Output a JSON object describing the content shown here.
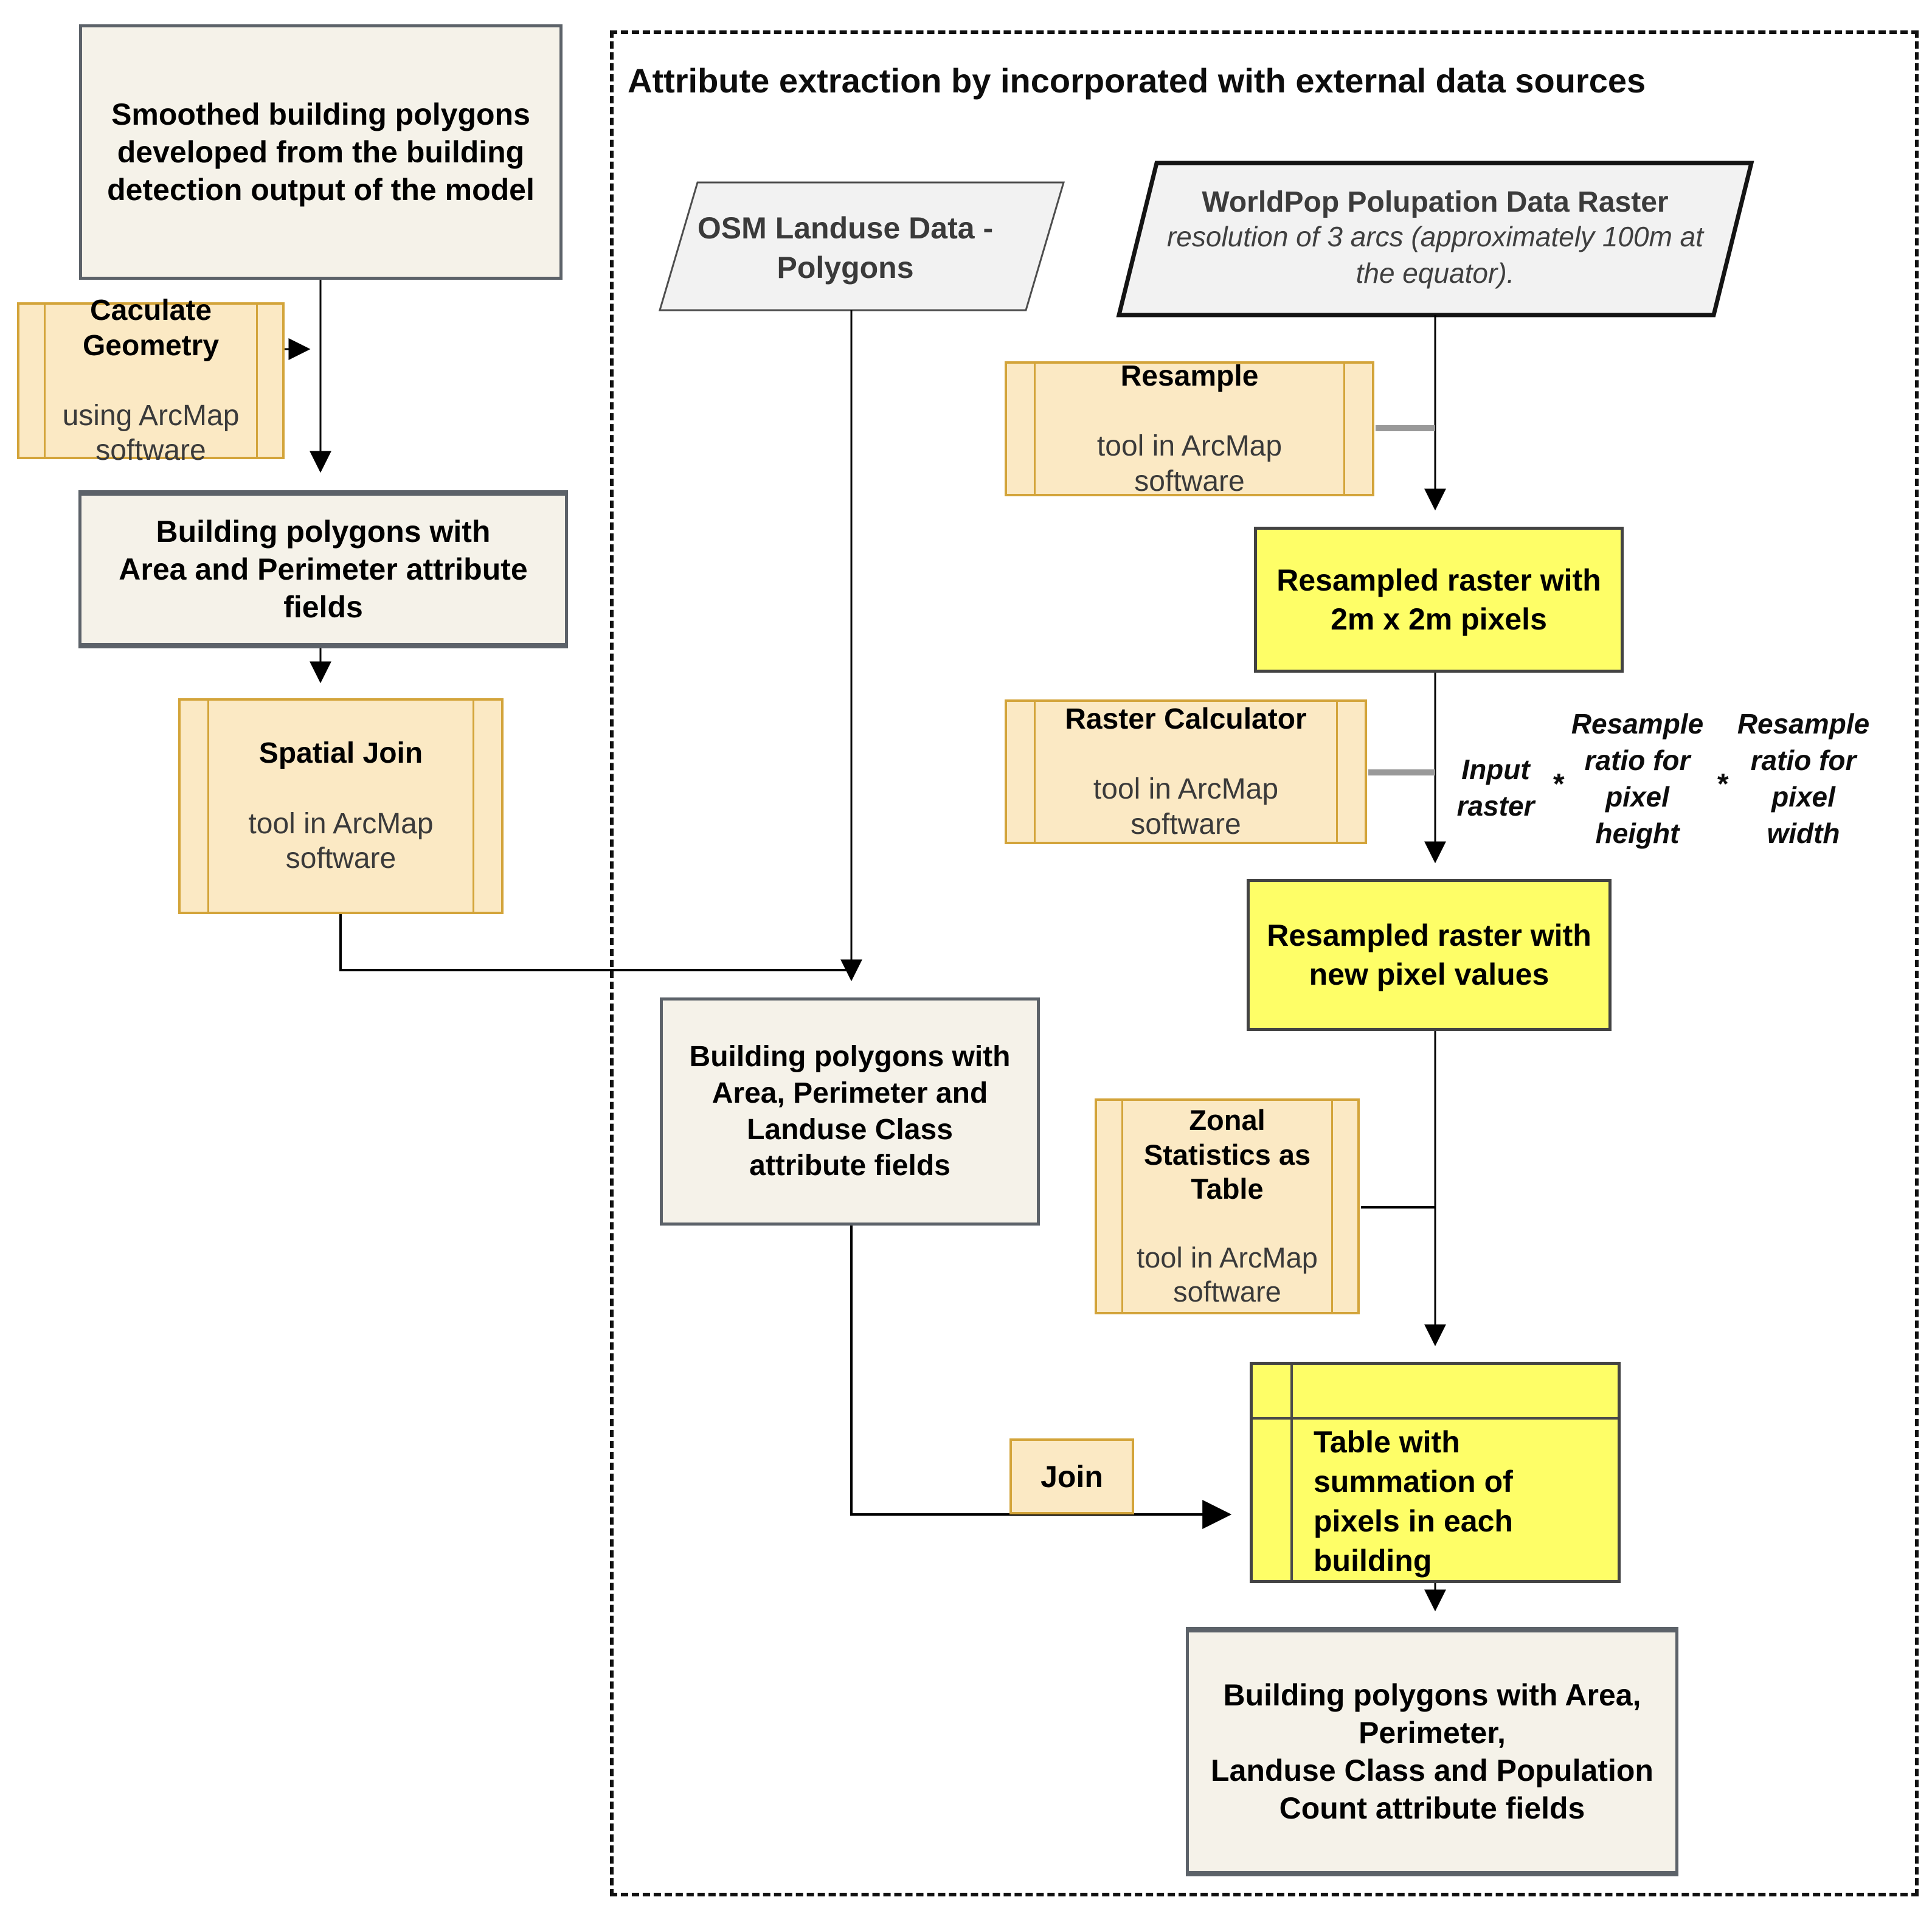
{
  "colors": {
    "process_fill": "#fbe9c4",
    "process_stroke": "#d3a43a",
    "output_fill": "#fefe67",
    "data_fill": "#f5f2e9",
    "data_stroke": "#5c6269",
    "parallelogram_fill": "#f2f2f2",
    "connector_gray": "#999999",
    "line_black": "#000000"
  },
  "left_flow": {
    "smoothed": "Smoothed building polygons\ndeveloped from the building\ndetection output of the model",
    "calc_geometry": {
      "title": "Caculate\nGeometry",
      "subtitle": "using ArcMap\nsoftware"
    },
    "area_perimeter": "Building polygons with\nArea and Perimeter attribute\nfields",
    "spatial_join": {
      "title": "Spatial Join",
      "subtitle": "tool in ArcMap\nsoftware"
    }
  },
  "external_section": {
    "heading": "Attribute extraction by incorporated with external data sources",
    "osm": "OSM Landuse Data -\nPolygons",
    "worldpop": {
      "title": "WorldPop Polupation Data Raster",
      "subtitle": "resolution of 3 arcs (approximately 100m at\nthe equator)."
    },
    "resample": {
      "title": "Resample",
      "subtitle": "tool in ArcMap\nsoftware"
    },
    "resampled_2m": "Resampled raster with\n2m x 2m pixels",
    "raster_calculator": {
      "title": "Raster Calculator",
      "subtitle": "tool in ArcMap\nsoftware"
    },
    "formula": {
      "input": "Input\nraster",
      "star1": "*",
      "ratio_height": "Resample\nratio for\npixel\nheight",
      "star2": "*",
      "ratio_width": "Resample\nratio for\npixel\nwidth"
    },
    "resampled_new": "Resampled raster with\nnew pixel values",
    "zonal": {
      "title": "Zonal\nStatistics as\nTable",
      "subtitle": "tool in ArcMap\nsoftware"
    },
    "landuse_result": "Building polygons with\nArea, Perimeter and\nLanduse Class\nattribute fields",
    "join": "Join",
    "summation_table": "Table with\nsummation of\npixels in each\nbuilding",
    "final_result": "Building polygons with Area,\nPerimeter,\nLanduse Class and Population\nCount attribute fields"
  }
}
